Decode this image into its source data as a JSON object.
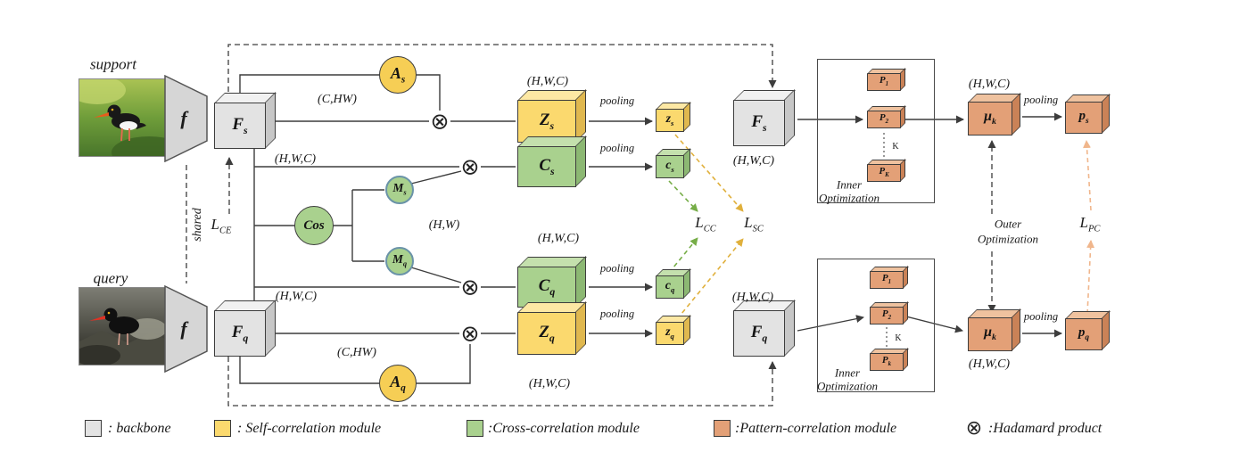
{
  "colors": {
    "gray-face": "#e3e3e3",
    "gray-top": "#f1f1f1",
    "gray-side": "#c7c7c7",
    "yellow-face": "#fbd96e",
    "yellow-top": "#fde8a4",
    "yellow-side": "#e0b84f",
    "green-face": "#a9d18e",
    "green-top": "#c4e0ad",
    "green-side": "#8cb873",
    "orange-face": "#e3a077",
    "orange-top": "#efc29f",
    "orange-side": "#ca8257",
    "circle-yellow": "#f6ce55",
    "line": "#3d3d3d",
    "loss-green": "#76ad47",
    "loss-gold": "#e0b03c",
    "loss-orange": "#f0b68c"
  },
  "labels": {
    "support": "support",
    "query": "query",
    "shared": "shared",
    "pooling": "pooling",
    "backbone_f": "f"
  },
  "dims": {
    "chw": "(C,HW)",
    "hwc": "(H,W,C)",
    "hw": "(H,W)"
  },
  "symbols": {
    "hadamard": "⊗"
  },
  "nodes": {
    "Fs": {
      "main": "F",
      "sub": "s"
    },
    "Fq": {
      "main": "F",
      "sub": "q"
    },
    "As": {
      "main": "A",
      "sub": "s"
    },
    "Aq": {
      "main": "A",
      "sub": "q"
    },
    "Cos": {
      "main": "Cos"
    },
    "Ms": {
      "main": "M",
      "sub": "s"
    },
    "Mq": {
      "main": "M",
      "sub": "q"
    },
    "Zs": {
      "main": "Z",
      "sub": "s"
    },
    "Zq": {
      "main": "Z",
      "sub": "q"
    },
    "Cs": {
      "main": "C",
      "sub": "s"
    },
    "Cq": {
      "main": "C",
      "sub": "q"
    },
    "zs": {
      "main": "z",
      "sub": "s"
    },
    "zq": {
      "main": "z",
      "sub": "q"
    },
    "cs": {
      "main": "c",
      "sub": "s"
    },
    "cq": {
      "main": "c",
      "sub": "q"
    },
    "muk": {
      "main": "μ",
      "sub": "k"
    },
    "ps": {
      "main": "p",
      "sub": "s"
    },
    "pq": {
      "main": "p",
      "sub": "q"
    },
    "P1": {
      "main": "P",
      "sub": "1"
    },
    "P2": {
      "main": "P",
      "sub": "2"
    },
    "PK": {
      "main": "P",
      "sub": "K"
    },
    "Pk": {
      "main": "P",
      "sub": "k"
    }
  },
  "losses": {
    "ce": {
      "main": "L",
      "sub": "CE"
    },
    "cc": {
      "main": "L",
      "sub": "CC"
    },
    "sc": {
      "main": "L",
      "sub": "SC"
    },
    "pc": {
      "main": "L",
      "sub": "PC"
    }
  },
  "optimization": {
    "inner_line1": "Inner",
    "inner_line2": "Optimization",
    "outer_line1": "Outer",
    "outer_line2": "Optimization",
    "k_label": "K"
  },
  "legend": {
    "backbone": ": backbone",
    "self_corr": ": Self-correlation module",
    "cross_corr": ":Cross-correlation module",
    "pattern_corr": ":Pattern-correlation module",
    "hadamard": ":Hadamard product"
  }
}
